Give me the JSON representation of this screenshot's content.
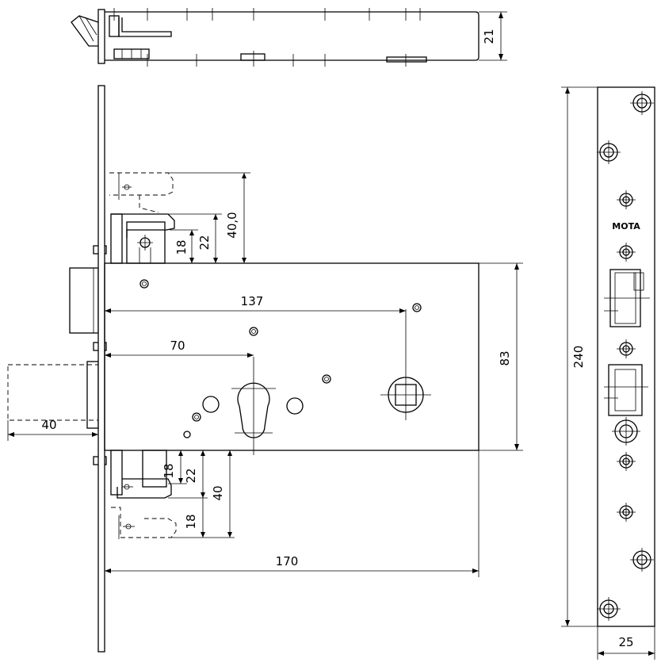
{
  "drawing": {
    "top_view": {
      "thickness_dim": "21"
    },
    "side_view": {
      "dims": {
        "backset_137": "137",
        "backset_70": "70",
        "height_83": "83",
        "bolt_throw_40": "40",
        "case_length_170": "170",
        "upper_latch_18": "18",
        "upper_latch_22": "22",
        "upper_latch_40": "40,0",
        "lower_latch_18": "18",
        "lower_latch_22": "22",
        "lower_latch_40": "40",
        "lower_latch_18b": "18"
      }
    },
    "faceplate": {
      "logo": "MOTA",
      "height_dim": "240",
      "width_dim": "25"
    }
  }
}
